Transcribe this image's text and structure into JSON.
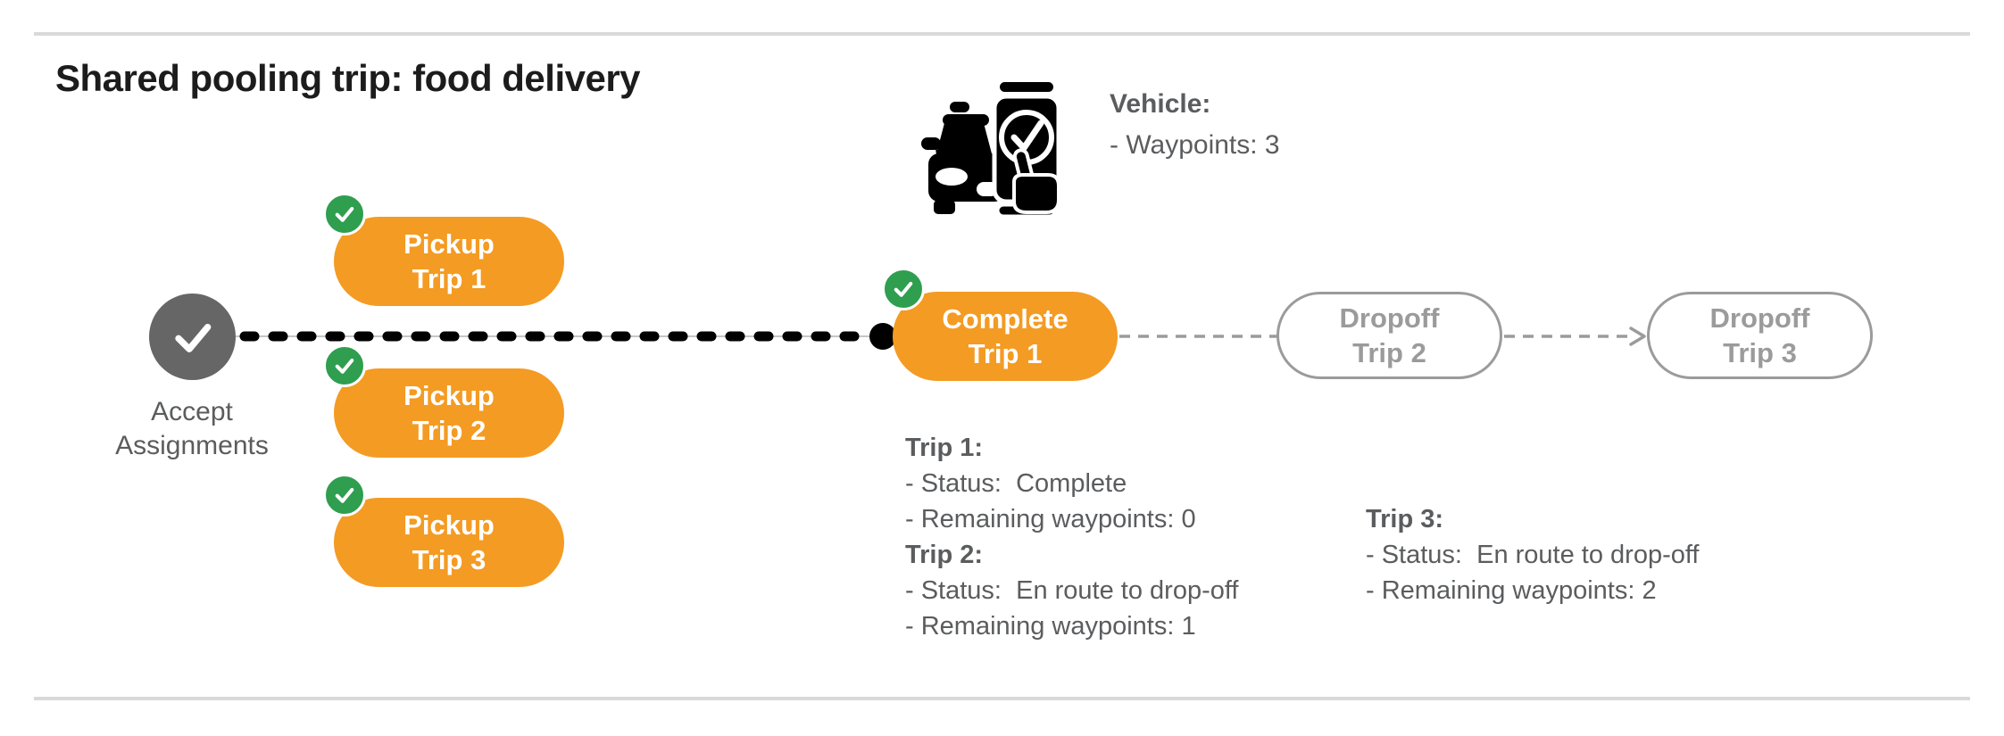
{
  "title": "Shared pooling trip: food delivery",
  "vehicle": {
    "icon": "autonomous-car-phone-check-icon",
    "label": "Vehicle:",
    "waypoints_line": "- Waypoints: 3"
  },
  "flow": {
    "start": {
      "icon": "check-icon",
      "label_line1": "Accept",
      "label_line2": "Assignments"
    },
    "pickups": [
      {
        "line1": "Pickup",
        "line2": "Trip 1",
        "status_icon": "check-badge-icon"
      },
      {
        "line1": "Pickup",
        "line2": "Trip 2",
        "status_icon": "check-badge-icon"
      },
      {
        "line1": "Pickup",
        "line2": "Trip 3",
        "status_icon": "check-badge-icon"
      }
    ],
    "current": {
      "line1": "Complete",
      "line2": "Trip 1",
      "status_icon": "check-badge-icon"
    },
    "upcoming": [
      {
        "line1": "Dropoff",
        "line2": "Trip 2"
      },
      {
        "line1": "Dropoff",
        "line2": "Trip 3"
      }
    ]
  },
  "trip_status": [
    {
      "title": "Trip 1:",
      "lines": [
        "- Status:  Complete",
        "- Remaining waypoints: 0"
      ]
    },
    {
      "title": "Trip 2:",
      "lines": [
        "- Status:  En route to drop-off",
        "- Remaining waypoints: 1"
      ]
    },
    {
      "title": "Trip 3:",
      "lines": [
        "- Status:  En route to drop-off",
        "- Remaining waypoints: 2"
      ]
    }
  ],
  "colors": {
    "orange": "#F49B23",
    "green": "#2F9E4F",
    "dark-gray": "#666666",
    "text-gray": "#5B5C5E",
    "light-gray": "#9B9B9B",
    "divider": "#D9D9D9",
    "black": "#000000"
  }
}
